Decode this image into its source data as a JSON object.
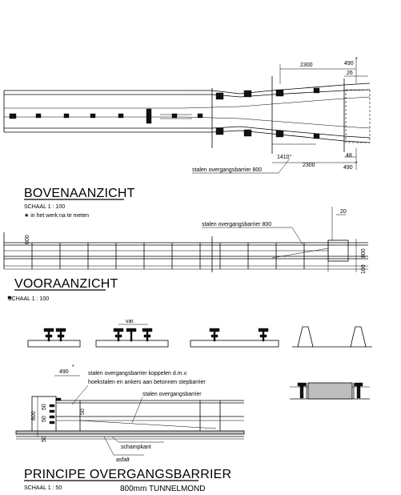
{
  "top_view": {
    "title": "BOVENAANZICHT",
    "scale": "SCHAAL 1 : 100",
    "note": "★ in het werk na te meten",
    "dim_2300_top": "2300",
    "dim_490_top": "490",
    "star_top": "*",
    "dim_26": "26",
    "dim_1410": "1410°",
    "dim_48": "48",
    "dim_2300_bottom": "2300",
    "dim_490_bottom": "490",
    "star_bottom": "*",
    "label_barrier": "stalen overgangsbarrier 800"
  },
  "front_view": {
    "title": "VOORAANZICHT",
    "scale": "SCHAAL 1 : 100",
    "label_barrier": "stalen overgangsbarrier 800",
    "dim_20": "20",
    "dim_600": "600",
    "dim_800": "800",
    "dim_100": "100"
  },
  "section": {
    "var_label": "var."
  },
  "principle": {
    "title": "PRINCIPE OVERGANGSBARRIER",
    "scale": "SCHAAL 1 : 50",
    "subtitle": "800mm TUNNELMOND",
    "dim_490": "490",
    "star": "*",
    "note_line1": "stalen overgangsbarrier koppelen d.m.v.",
    "note_line2": "hoekstalen en ankers aan betonnen stepbarrier",
    "label_barrier": "stalen overgangsbarrier",
    "label_kerb": "schampkant",
    "label_asphalt": "asfalt",
    "dim_800": "800",
    "dim_50_a": "50",
    "dim_50_b": "50",
    "dim_50_c": "50",
    "dim_50_d": "50"
  }
}
